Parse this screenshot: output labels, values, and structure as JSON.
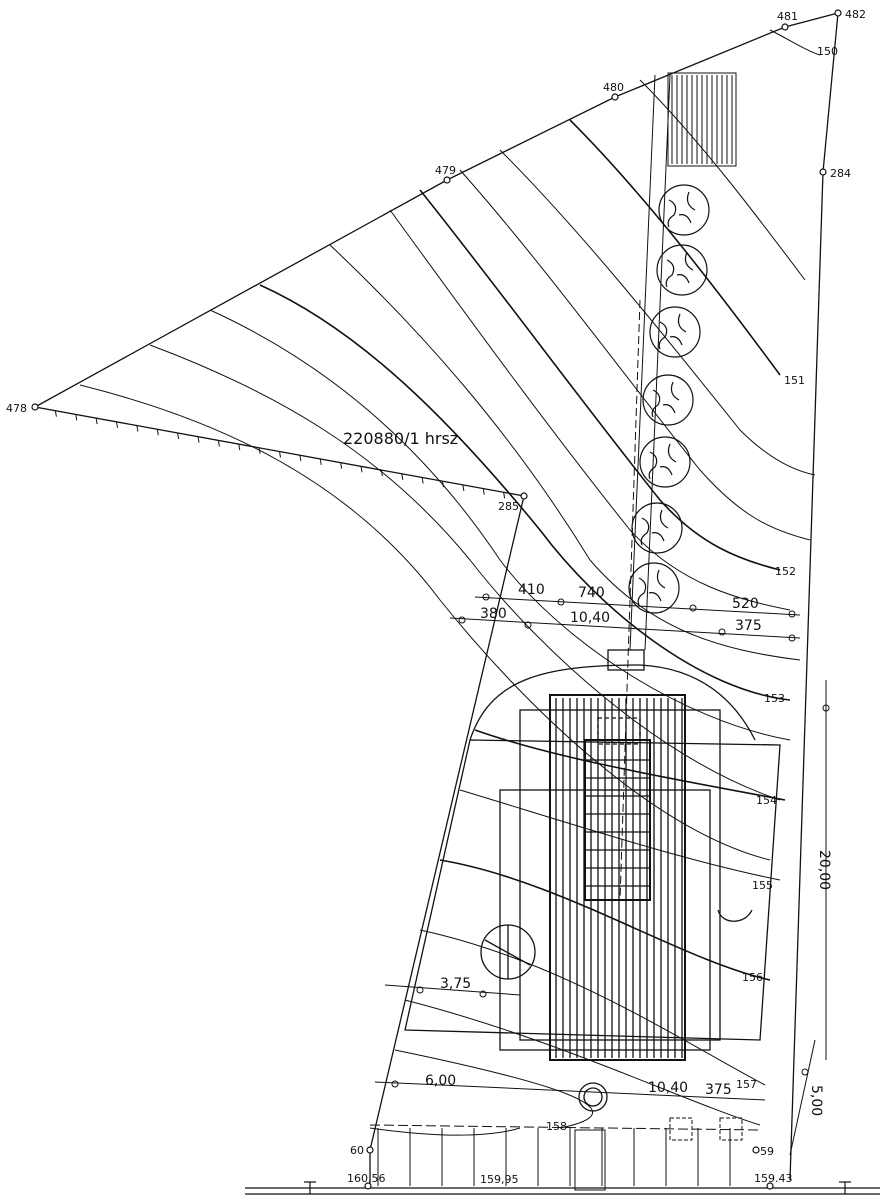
{
  "parcel_label": "220880/1 hrsz",
  "boundary_points": [
    "478",
    "479",
    "480",
    "481",
    "482",
    "284",
    "285",
    "60",
    "59",
    "160.56",
    "159.43"
  ],
  "contours": [
    "150",
    "151",
    "152",
    "153",
    "154",
    "155",
    "156",
    "157",
    "158"
  ],
  "dimensions": {
    "d410": "410",
    "d740": "740",
    "d520": "520",
    "d380": "380",
    "d1040_top": "10,40",
    "d375_top": "375",
    "d2000": "20,00",
    "d375_mid": "3,75",
    "d600": "6,00",
    "d1040_bot": "10,40",
    "d375_bot": "375",
    "d500": "5,00",
    "d15995": "159,95"
  }
}
